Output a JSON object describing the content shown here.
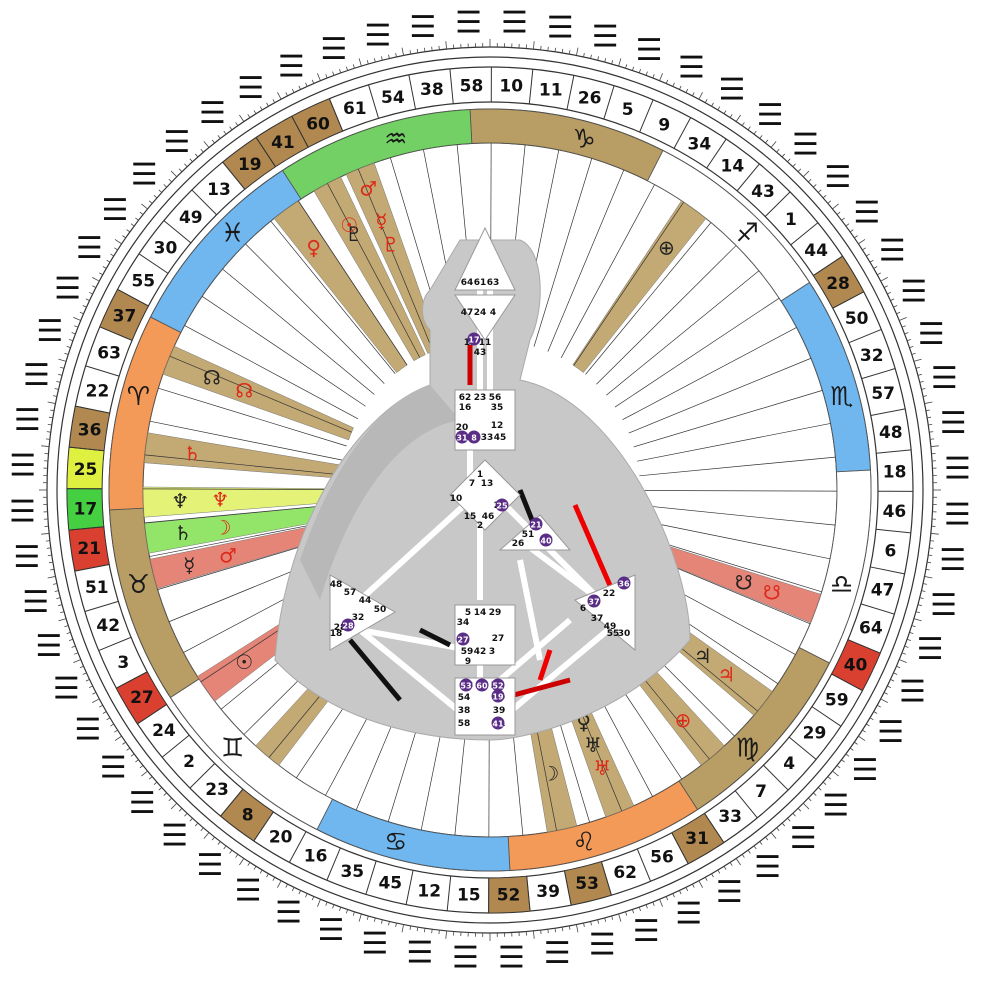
{
  "wheel": {
    "gates": [
      "10",
      "11",
      "26",
      "5",
      "9",
      "34",
      "14",
      "43",
      "1",
      "44",
      "28",
      "50",
      "32",
      "57",
      "48",
      "18",
      "46",
      "6",
      "47",
      "64",
      "40",
      "59",
      "29",
      "4",
      "7",
      "33",
      "31",
      "56",
      "62",
      "53",
      "39",
      "52",
      "15",
      "12",
      "45",
      "35",
      "16",
      "20",
      "8",
      "23",
      "2",
      "24",
      "27",
      "3",
      "42",
      "51",
      "21",
      "17",
      "25",
      "36",
      "22",
      "63",
      "37",
      "55",
      "30",
      "49",
      "13",
      "19",
      "41",
      "60",
      "61",
      "54",
      "38",
      "58"
    ],
    "hexagram_glyph": "☰",
    "highlighted_gates": [
      {
        "gate": "60",
        "color": "#b08850"
      },
      {
        "gate": "41",
        "color": "#b08850"
      },
      {
        "gate": "19",
        "color": "#b08850"
      },
      {
        "gate": "28",
        "color": "#b08850"
      },
      {
        "gate": "40",
        "color": "#d94030"
      },
      {
        "gate": "31",
        "color": "#b08850"
      },
      {
        "gate": "53",
        "color": "#b08850"
      },
      {
        "gate": "52",
        "color": "#b08850"
      },
      {
        "gate": "8",
        "color": "#b08850"
      },
      {
        "gate": "27",
        "color": "#d94030"
      },
      {
        "gate": "21",
        "color": "#d94030"
      },
      {
        "gate": "17",
        "color": "#44d040"
      },
      {
        "gate": "25",
        "color": "#e0f040"
      },
      {
        "gate": "36",
        "color": "#b08850"
      },
      {
        "gate": "37",
        "color": "#b08850"
      }
    ],
    "zodiac": [
      {
        "glyph": "♑",
        "color": "#a07c30"
      },
      {
        "glyph": "♐",
        "color": "#ffffff"
      },
      {
        "glyph": "♏",
        "color": "#3f9fe8"
      },
      {
        "glyph": "♎",
        "color": "#ffffff"
      },
      {
        "glyph": "♍",
        "color": "#a07c30"
      },
      {
        "glyph": "♌",
        "color": "#f07820"
      },
      {
        "glyph": "♋",
        "color": "#3f9fe8"
      },
      {
        "glyph": "♊",
        "color": "#ffffff"
      },
      {
        "glyph": "♉",
        "color": "#a07c30"
      },
      {
        "glyph": "♈",
        "color": "#f07820"
      },
      {
        "glyph": "♓",
        "color": "#3f9fe8"
      },
      {
        "glyph": "♒",
        "color": "#44c030"
      }
    ],
    "planets": [
      {
        "glyph": "♇",
        "color": "#222222"
      },
      {
        "glyph": "♂",
        "color": "#dd2a1a"
      },
      {
        "glyph": "♀",
        "color": "#dd2a1a"
      },
      {
        "glyph": "☉",
        "color": "#dd2a1a"
      },
      {
        "glyph": "☿",
        "color": "#dd2a1a"
      },
      {
        "glyph": "♇",
        "color": "#dd2a1a"
      },
      {
        "glyph": "⊕",
        "color": "#222222"
      },
      {
        "glyph": "☊",
        "color": "#222222"
      },
      {
        "glyph": "☊",
        "color": "#dd2a1a"
      },
      {
        "glyph": "♄",
        "color": "#dd2a1a"
      },
      {
        "glyph": "♆",
        "color": "#222222"
      },
      {
        "glyph": "♆",
        "color": "#dd2a1a"
      },
      {
        "glyph": "♄",
        "color": "#222222"
      },
      {
        "glyph": "☽",
        "color": "#dd2a1a"
      },
      {
        "glyph": "☿",
        "color": "#222222"
      },
      {
        "glyph": "♂",
        "color": "#dd2a1a"
      },
      {
        "glyph": "☋",
        "color": "#dd2a1a"
      },
      {
        "glyph": "☋",
        "color": "#222222"
      },
      {
        "glyph": "⊕",
        "color": "#dd2a1a"
      },
      {
        "glyph": "♅",
        "color": "#dd2a1a"
      },
      {
        "glyph": "♅",
        "color": "#222222"
      },
      {
        "glyph": "♀",
        "color": "#222222"
      },
      {
        "glyph": "☉",
        "color": "#222222"
      },
      {
        "glyph": "♃",
        "color": "#dd2a1a"
      },
      {
        "glyph": "♃",
        "color": "#222222"
      },
      {
        "glyph": "☽",
        "color": "#222222"
      }
    ]
  },
  "bodygraph": {
    "centers": {
      "head": [
        "64",
        "61",
        "63"
      ],
      "ajna": [
        "47",
        "24",
        "4",
        "17",
        "11",
        "43"
      ],
      "throat": [
        "62",
        "23",
        "56",
        "16",
        "35",
        "20",
        "12",
        "31",
        "8",
        "33",
        "45"
      ],
      "g": [
        "1",
        "7",
        "13",
        "10",
        "15",
        "46",
        "25",
        "2"
      ],
      "ego": [
        "21",
        "51",
        "26",
        "40"
      ],
      "spleen": [
        "48",
        "57",
        "44",
        "50",
        "32",
        "28",
        "18"
      ],
      "sacral": [
        "5",
        "14",
        "29",
        "34",
        "27",
        "59",
        "42",
        "3",
        "9"
      ],
      "solar_plexus": [
        "36",
        "22",
        "6",
        "37",
        "49",
        "55",
        "30"
      ],
      "root": [
        "53",
        "60",
        "52",
        "54",
        "19",
        "38",
        "39",
        "58",
        "41"
      ]
    },
    "activated_badges": [
      "17",
      "31",
      "8",
      "25",
      "21",
      "40",
      "36",
      "37",
      "28",
      "27",
      "53",
      "60",
      "52",
      "19",
      "41"
    ]
  }
}
